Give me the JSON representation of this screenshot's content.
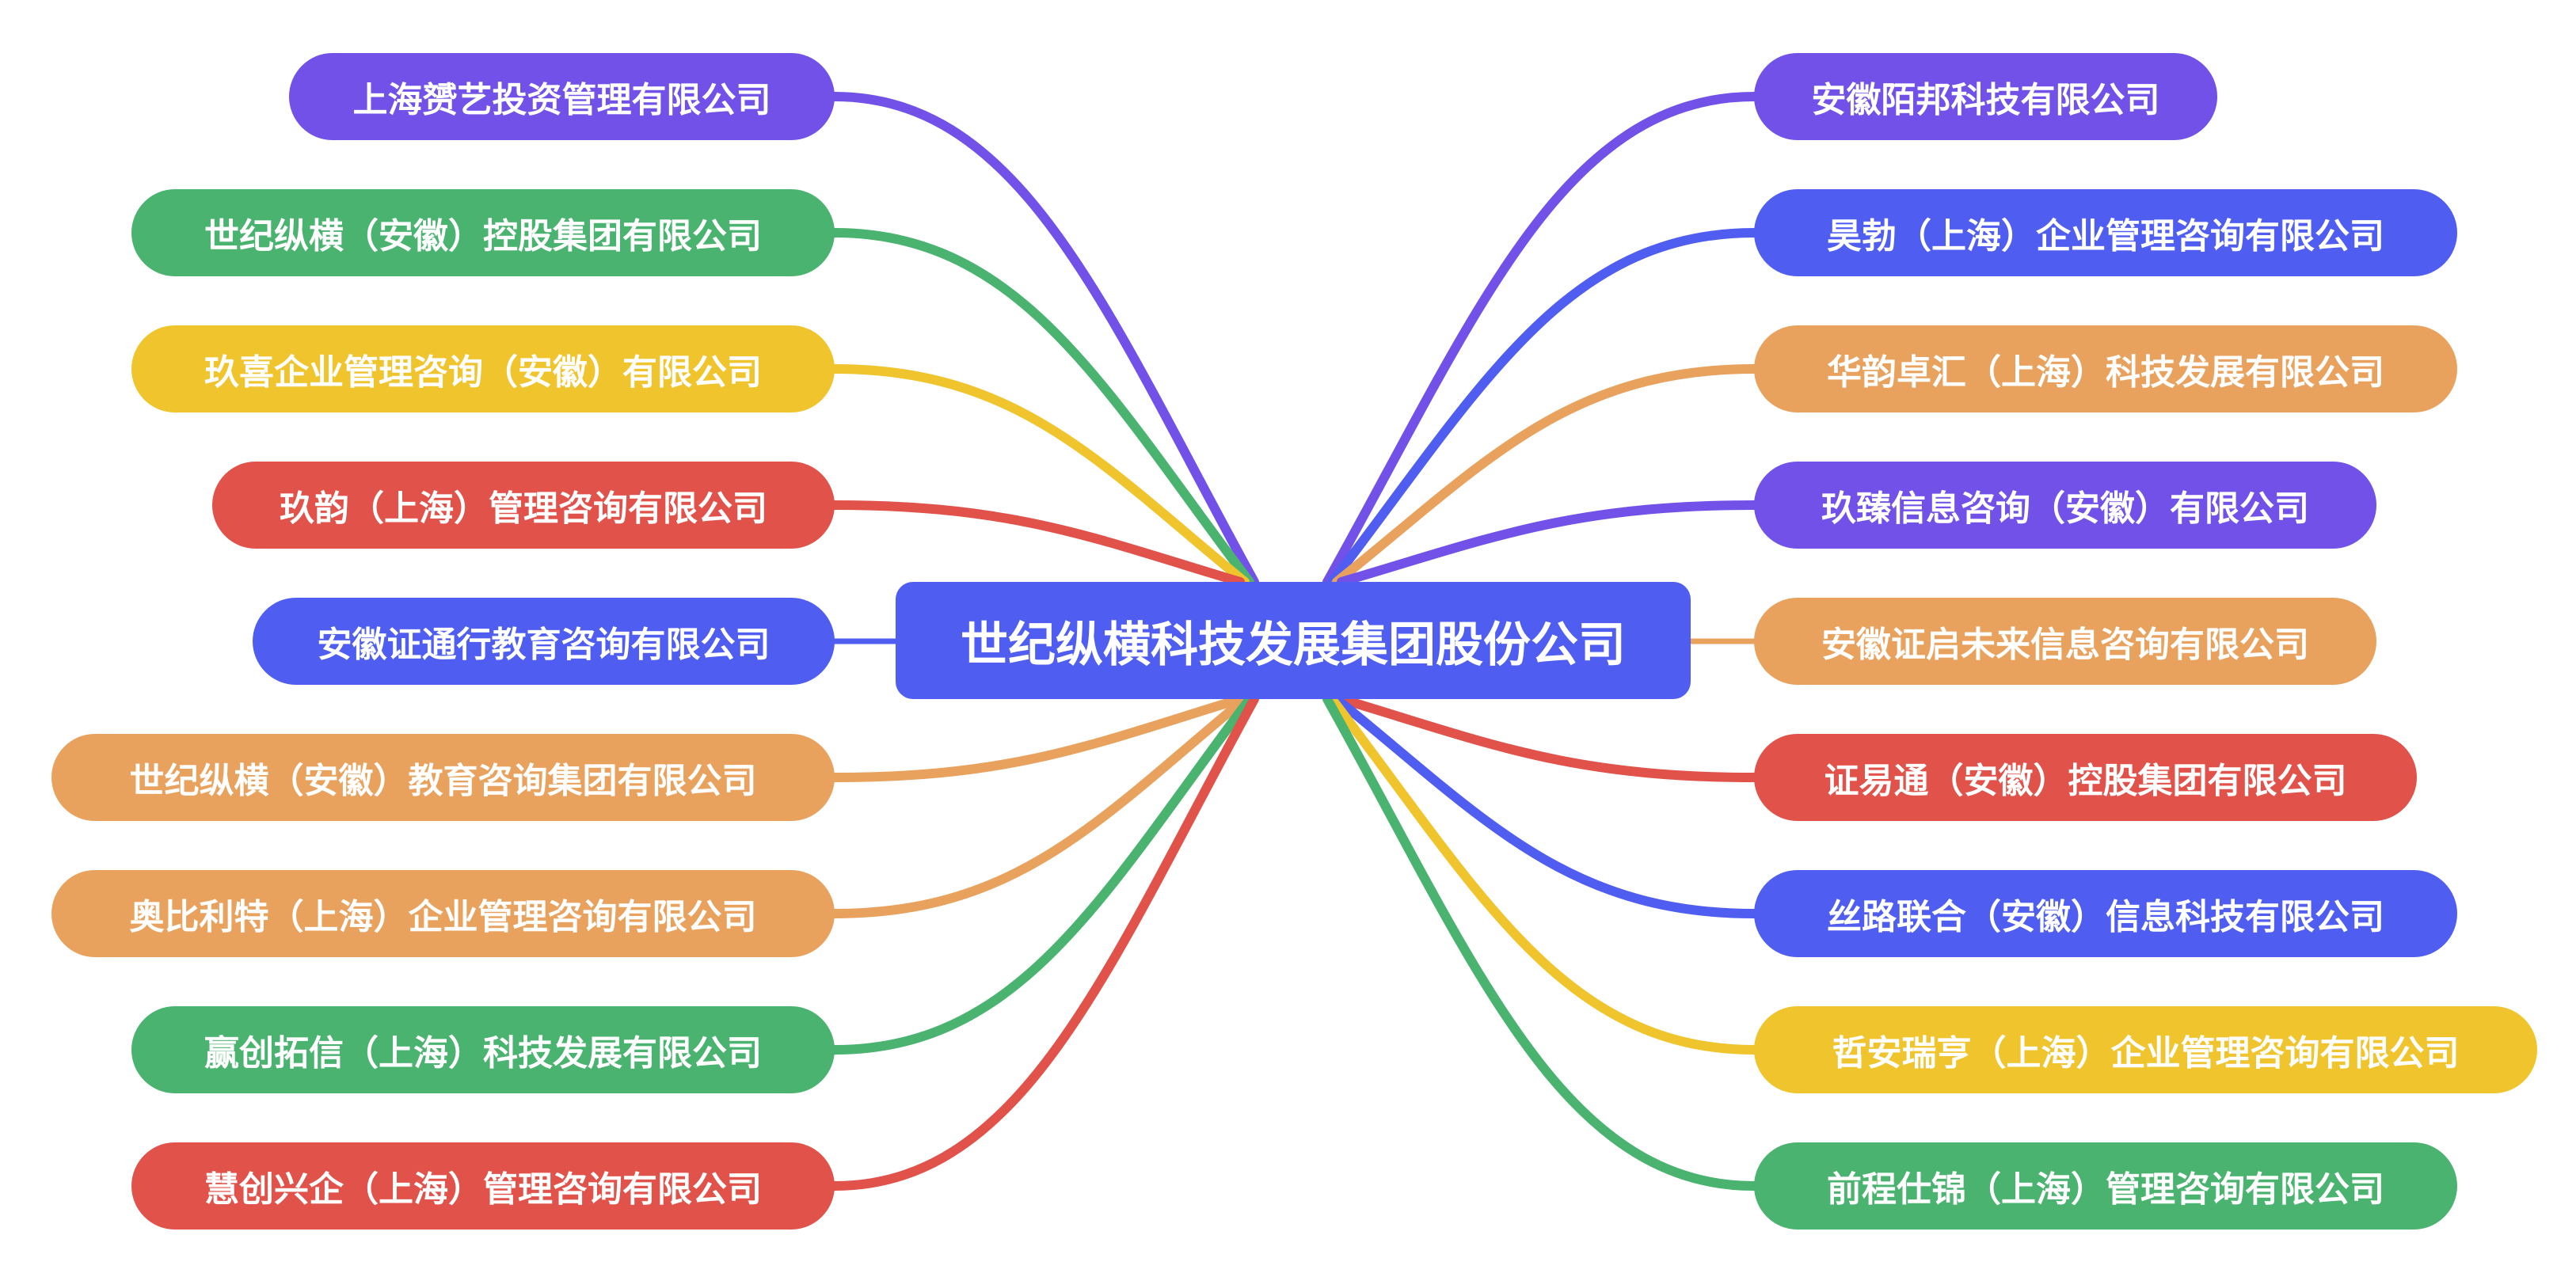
{
  "root": {
    "label": "世纪纵横科技发展集团股份公司",
    "color": "#4f5ef0"
  },
  "left_nodes": [
    {
      "label": "上海赟艺投资管理有限公司",
      "color": "#7151e8"
    },
    {
      "label": "世纪纵横（安徽）控股集团有限公司",
      "color": "#49b36f"
    },
    {
      "label": "玖喜企业管理咨询（安徽）有限公司",
      "color": "#f0c42d"
    },
    {
      "label": "玖韵（上海）管理咨询有限公司",
      "color": "#e0524a"
    },
    {
      "label": "安徽证通行教育咨询有限公司",
      "color": "#4f5ef0"
    },
    {
      "label": "世纪纵横（安徽）教育咨询集团有限公司",
      "color": "#e9a25e"
    },
    {
      "label": "奥比利特（上海）企业管理咨询有限公司",
      "color": "#e9a25e"
    },
    {
      "label": "赢创拓信（上海）科技发展有限公司",
      "color": "#49b36f"
    },
    {
      "label": "慧创兴企（上海）管理咨询有限公司",
      "color": "#e0524a"
    }
  ],
  "right_nodes": [
    {
      "label": "安徽陌邦科技有限公司",
      "color": "#7151e8"
    },
    {
      "label": "昊勃（上海）企业管理咨询有限公司",
      "color": "#4f5ef0"
    },
    {
      "label": "华韵卓汇（上海）科技发展有限公司",
      "color": "#e9a25e"
    },
    {
      "label": "玖臻信息咨询（安徽）有限公司",
      "color": "#7151e8"
    },
    {
      "label": "安徽证启未来信息咨询有限公司",
      "color": "#e9a25e"
    },
    {
      "label": "证易通（安徽）控股集团有限公司",
      "color": "#e0524a"
    },
    {
      "label": "丝路联合（安徽）信息科技有限公司",
      "color": "#4f5ef0"
    },
    {
      "label": "哲安瑞亨（上海）企业管理咨询有限公司",
      "color": "#f0c42d"
    },
    {
      "label": "前程仕锦（上海）管理咨询有限公司",
      "color": "#49b36f"
    }
  ]
}
